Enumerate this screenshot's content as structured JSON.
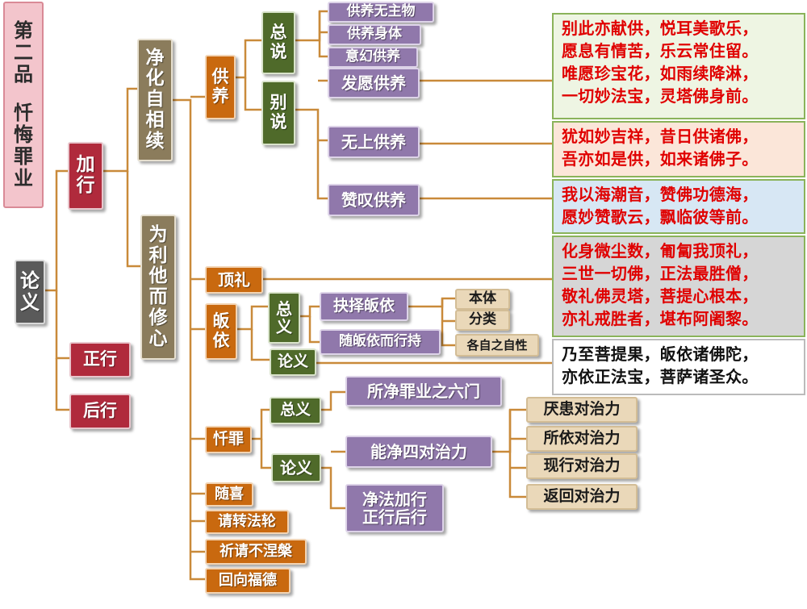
{
  "title": "第二品  忏悔罪业",
  "nodes": {
    "lunyi_root": "论义",
    "jiaxing": "加行",
    "zhengxing": "正行",
    "houxing": "后行",
    "jinghua": "净化自相续",
    "weilita": "为利他而修心",
    "gongyang": "供养",
    "dingli": "顶礼",
    "guiyi": "皈依",
    "chanzui": "忏罪",
    "suixi": "随喜",
    "qingzhuan": "请转法轮",
    "qiqing": "祈请不涅槃",
    "huixiang": "回向福德",
    "zongshuo": "总说",
    "bieshuo": "别说",
    "gy_wuzhu": "供养无主物",
    "gy_shenti": "供养身体",
    "gy_yihuan": "意幻供养",
    "gy_fayuan": "发愿供养",
    "gy_wushang": "无上供养",
    "gy_zantan": "赞叹供养",
    "guiyi_zongyi": "总义",
    "guiyi_lunyi": "论义",
    "jueze": "抉择皈依",
    "suiguiyi": "随皈依而行持",
    "benti": "本体",
    "fenlei": "分类",
    "gezi": "各自之自性",
    "chan_zongyi": "总义",
    "chan_lunyi": "论义",
    "liumen": "所净罪业之六门",
    "sidui": "能净四对治力",
    "jingfa": "净法加行正行后行",
    "yanhuan": "厌患对治力",
    "suoyi": "所依对治力",
    "xianxing": "现行对治力",
    "fanhui": "返回对治力"
  },
  "verses": [
    {
      "lines": [
        "别此亦献供，悦耳美歌乐，",
        "愿息有情苦，乐云常住留。",
        "唯愿珍宝花，如雨续降淋，",
        "一切妙法宝，灵塔佛身前。"
      ],
      "bg": "#eef5e3",
      "color": "#e00000"
    },
    {
      "lines": [
        "犹如妙吉祥，昔日供诸佛，",
        "吾亦如是供，如来诸佛子。"
      ],
      "bg": "#fbe6d9",
      "color": "#e00000"
    },
    {
      "lines": [
        "我以海潮音，赞佛功德海，",
        "愿妙赞歌云，飘临彼等前。"
      ],
      "bg": "#d7e7f4",
      "color": "#e00000"
    },
    {
      "lines": [
        "化身微尘数，匍匐我顶礼，",
        "三世一切佛，正法最胜僧，",
        "敬礼佛灵塔，菩提心根本，",
        "亦礼戒胜者，堪布阿阇黎。"
      ],
      "bg": "#d6d6d6",
      "color": "#e00000"
    },
    {
      "lines": [
        "乃至菩提果，皈依诸佛陀，",
        "亦依正法宝，菩萨诸圣众。"
      ],
      "bg": "#ffffff",
      "color": "#111111"
    }
  ],
  "colors": {
    "connector": "#c98a3a",
    "verse_red": "#e00000"
  }
}
